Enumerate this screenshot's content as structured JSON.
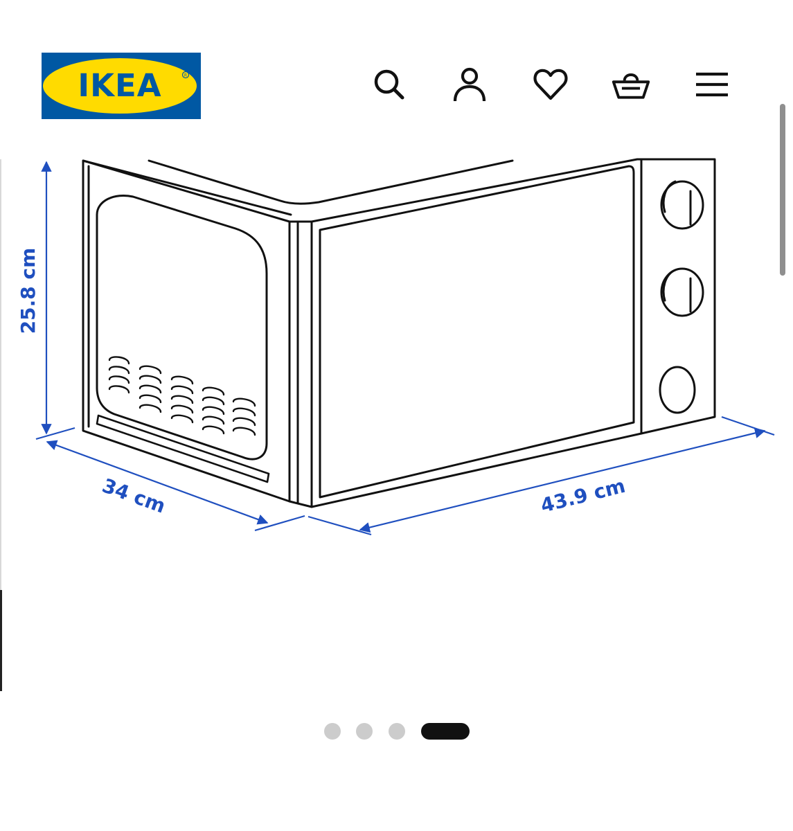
{
  "header": {
    "brand": "IKEA",
    "icons": [
      "search-icon",
      "account-icon",
      "heart-icon",
      "basket-icon",
      "menu-icon"
    ]
  },
  "colors": {
    "brand_blue": "#0058a3",
    "brand_yellow": "#ffdb00",
    "dimension_blue": "#1f4fbf",
    "line_black": "#111111",
    "dot_inactive": "#cccccc",
    "dot_active": "#111111"
  },
  "product_image": {
    "dimensions": {
      "height": "25.8 cm",
      "depth": "34 cm",
      "width": "43.9 cm"
    }
  },
  "carousel": {
    "total": 4,
    "active_index": 4
  }
}
